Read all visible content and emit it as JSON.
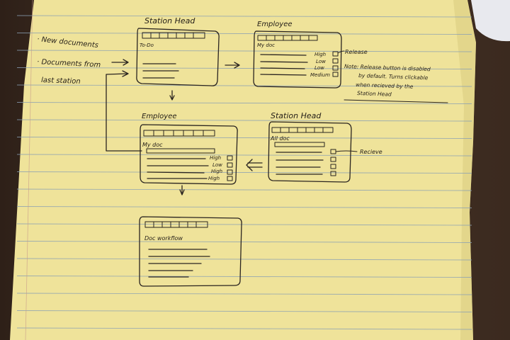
{
  "left_notes": {
    "line1": "· New documents",
    "line2": "· Documents from",
    "line3": "last station"
  },
  "screens": {
    "station_head_top": {
      "title": "Station Head",
      "label": "To-Do"
    },
    "employee_top": {
      "title": "Employee",
      "label": "My doc",
      "priorities": [
        "High",
        "Low",
        "Low",
        "Medium"
      ]
    },
    "employee_middle": {
      "title": "Employee",
      "label": "My doc",
      "priorities": [
        "High",
        "Low",
        "High",
        "High"
      ]
    },
    "station_head_middle": {
      "title": "Station Head",
      "label": "All doc"
    },
    "workflow": {
      "label": "Doc workflow"
    }
  },
  "annotations": {
    "release": "Release",
    "note_lines": [
      "Note: Release button is disabled",
      "by default. Turns clickable",
      "when recieved by the",
      "Station Head"
    ],
    "receive": "Recieve"
  },
  "colors": {
    "paper": "#efe39a",
    "rule": "#8aa0b4",
    "margin_rule": "#c79a8a",
    "ink": "#2a2420",
    "wood": "#3b2a1f"
  }
}
